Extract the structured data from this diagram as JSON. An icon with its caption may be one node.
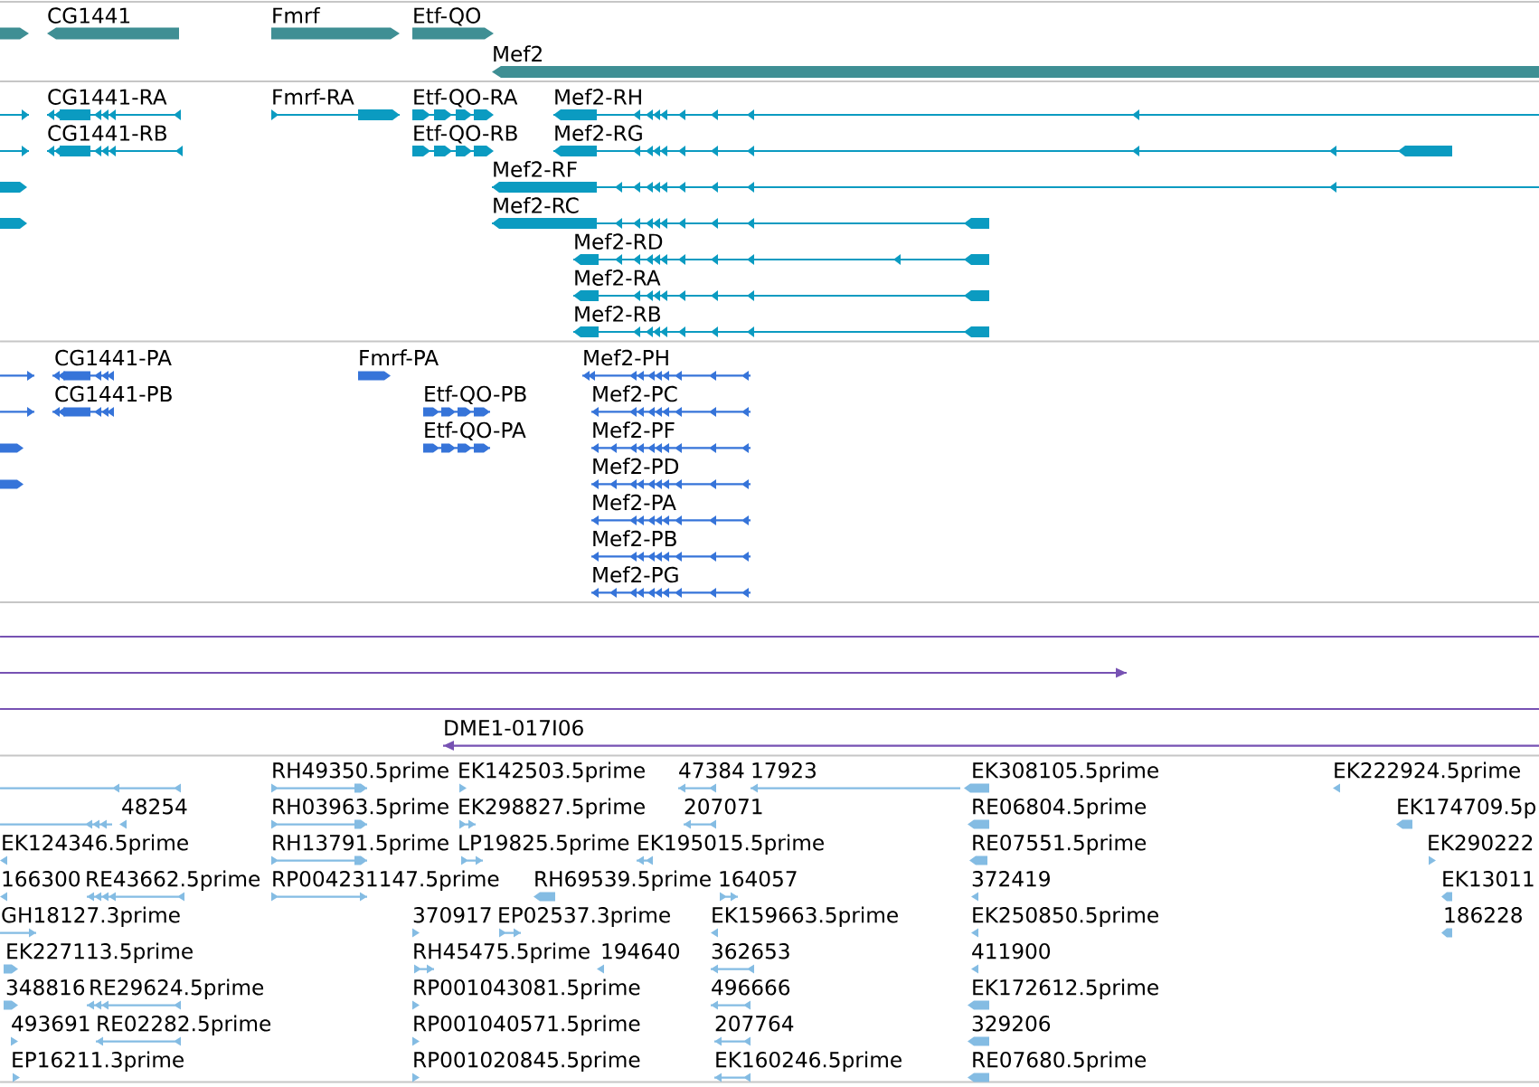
{
  "diagram": {
    "nodes": [
      {
        "text": [],
        "shape": "bar"
      },
      {
        "text": [
          "CG1441"
        ]
      },
      {
        "text": [
          "Fmrf"
        ]
      },
      {
        "text": [
          "Etf-QO"
        ]
      },
      {
        "text": [
          "Mef2"
        ]
      },
      {
        "text": [],
        "shape": "bar"
      },
      {
        "text": [
          "CG1441-RA"
        ]
      },
      {
        "text": [
          "Fmrf-RA"
        ]
      },
      {
        "text": [
          "Etf-QO-RA"
        ]
      },
      {
        "text": [
          "Mef2-RH"
        ]
      },
      {
        "text": [],
        "shape": "bar"
      },
      {
        "text": [
          "CG1441-RB"
        ]
      },
      {
        "text": [
          "Etf-QO-RB"
        ]
      },
      {
        "text": [
          "Mef2-RG"
        ]
      },
      {
        "text": [],
        "shape": "bar"
      },
      {
        "text": [
          "Mef2-RF"
        ]
      },
      {
        "text": [],
        "shape": "bar"
      },
      {
        "text": [
          "Mef2-RC"
        ]
      },
      {
        "text": [
          "Mef2-RD"
        ]
      },
      {
        "text": [
          "Mef2-RA"
        ]
      },
      {
        "text": [
          "Mef2-RB"
        ]
      },
      {
        "text": [],
        "shape": "bar"
      },
      {
        "text": [
          "CG1441-PA"
        ]
      },
      {
        "text": [
          "Fmrf-PA"
        ]
      },
      {
        "text": [
          "Mef2-PH"
        ]
      },
      {
        "text": [],
        "shape": "bar"
      },
      {
        "text": [
          "CG1441-PB"
        ]
      },
      {
        "text": [
          "Etf-QO-PB"
        ]
      },
      {
        "text": [
          "Mef2-PC"
        ]
      },
      {
        "text": [],
        "shape": "bar"
      },
      {
        "text": [
          "Etf-QO-PA"
        ]
      },
      {
        "text": [
          "Mef2-PF"
        ]
      },
      {
        "text": [],
        "shape": "bar"
      },
      {
        "text": [
          "Mef2-PD"
        ]
      },
      {
        "text": [
          "Mef2-PA"
        ]
      },
      {
        "text": [
          "Mef2-PB"
        ]
      },
      {
        "text": [
          "Mef2-PG"
        ]
      },
      {
        "text": [],
        "shape": "bar"
      },
      {
        "text": [],
        "shape": "bar"
      },
      {
        "text": [],
        "shape": "bar"
      },
      {
        "text": [
          "DME1-017I06"
        ]
      },
      {
        "text": [],
        "shape": "bar"
      },
      {
        "text": [
          "RH49350.5prime"
        ]
      },
      {
        "text": [
          "EK142503.5prime"
        ]
      },
      {
        "text": [
          "47384"
        ]
      },
      {
        "text": [
          "17923"
        ]
      },
      {
        "text": [
          "EK308105.5prime"
        ]
      },
      {
        "text": [
          "EK222924.5prime"
        ]
      },
      {
        "text": [],
        "shape": "bar"
      },
      {
        "text": [
          "48254"
        ]
      },
      {
        "text": [
          "RH03963.5prime"
        ]
      },
      {
        "text": [
          "EK298827.5prime"
        ]
      },
      {
        "text": [
          "207071"
        ]
      },
      {
        "text": [
          "RE06804.5prime"
        ]
      },
      {
        "text": [
          "EK174709.5p"
        ]
      },
      {
        "text": [
          "EK124346.5prime"
        ]
      },
      {
        "text": [
          "RH13791.5prime"
        ]
      },
      {
        "text": [
          "LP19825.5prime"
        ]
      },
      {
        "text": [
          "EK195015.5prime"
        ]
      },
      {
        "text": [
          "RE07551.5prime"
        ]
      },
      {
        "text": [
          "EK290222"
        ]
      },
      {
        "text": [
          "166300"
        ]
      },
      {
        "text": [
          "RE43662.5prime"
        ]
      },
      {
        "text": [
          "RP004231147.5prime"
        ]
      },
      {
        "text": [
          "RH69539.5prime"
        ]
      },
      {
        "text": [
          "164057"
        ]
      },
      {
        "text": [
          "372419"
        ]
      },
      {
        "text": [
          "EK13011"
        ]
      },
      {
        "text": [
          "GH18127.3prime"
        ]
      },
      {
        "text": [
          "370917"
        ]
      },
      {
        "text": [
          "EP02537.3prime"
        ]
      },
      {
        "text": [
          "EK159663.5prime"
        ]
      },
      {
        "text": [
          "EK250850.5prime"
        ]
      },
      {
        "text": [
          "186228"
        ]
      },
      {
        "text": [
          "EK227113.5prime"
        ]
      },
      {
        "text": [
          "RH45475.5prime"
        ]
      },
      {
        "text": [
          "194640"
        ]
      },
      {
        "text": [
          "362653"
        ]
      },
      {
        "text": [
          "411900"
        ]
      },
      {
        "text": [
          "348816"
        ]
      },
      {
        "text": [
          "RE29624.5prime"
        ]
      },
      {
        "text": [
          "RP001043081.5prime"
        ]
      },
      {
        "text": [
          "496666"
        ]
      },
      {
        "text": [
          "EK172612.5prime"
        ]
      },
      {
        "text": [
          "493691"
        ]
      },
      {
        "text": [
          "RE02282.5prime"
        ]
      },
      {
        "text": [
          "RP001040571.5prime"
        ]
      },
      {
        "text": [
          "207764"
        ]
      },
      {
        "text": [
          "329206"
        ]
      },
      {
        "text": [
          "EP16211.3prime"
        ]
      },
      {
        "text": [
          "RP001020845.5prime"
        ]
      },
      {
        "text": [
          "EK160246.5prime"
        ]
      },
      {
        "text": [
          "RE07680.5prime"
        ]
      }
    ]
  }
}
